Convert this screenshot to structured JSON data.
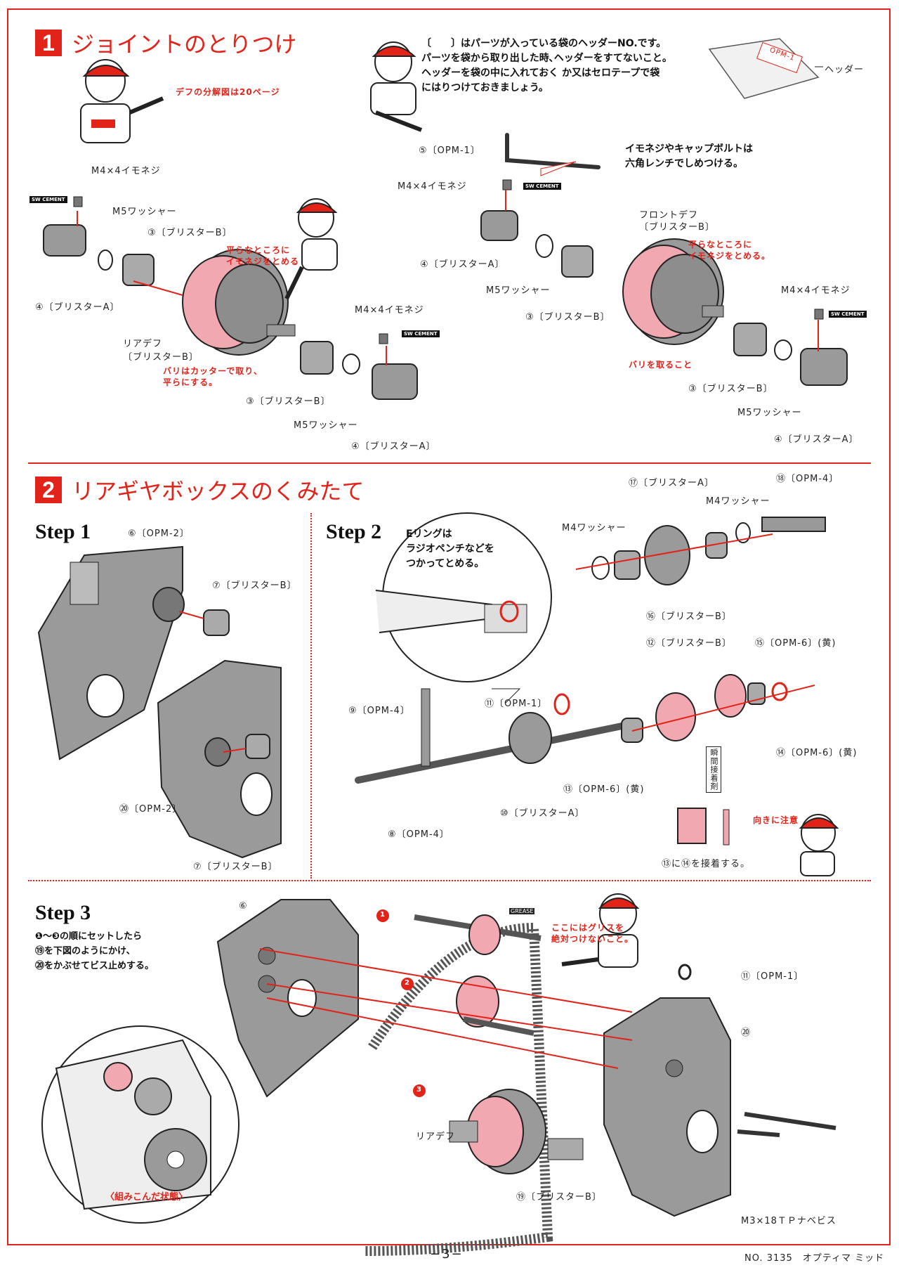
{
  "section1": {
    "number": "1",
    "title": "ジョイントのとりつけ",
    "kid_note": "デフの分解図は20ページ",
    "header_note": [
      "〔　　〕はパーツが入っている袋のヘッダーNO.です。",
      "パーツを袋から取り出した時､ヘッダーをすてないこと。",
      "ヘッダーを袋の中に入れておく か又はセロテープで袋",
      "にはりつけておきましょう。"
    ],
    "header_label": "ヘッダー",
    "bag_label": "OPM-1",
    "wrench_note": [
      "イモネジやキャップボルトは",
      "六角レンチでしめつける。"
    ],
    "labels": {
      "l_m4_screw": "M4×4イモネジ",
      "l_m5_washer": "M5ワッシャー",
      "l_3b": "③〔ブリスターB〕",
      "l_4a": "④〔ブリスターA〕",
      "l_rear_diff": [
        "リアデフ",
        "〔ブリスターB〕"
      ],
      "l_flat_tip": [
        "平らなところに",
        "イモネジをとめる"
      ],
      "l_burr": [
        "バリはカッターで取り､",
        "平らにする。"
      ],
      "l_m4_screw_2": "M4×4イモネジ",
      "l_3b_2": "③〔ブリスターB〕",
      "l_m5_washer_2": "M5ワッシャー",
      "l_4a_2": "④〔ブリスターA〕",
      "r_5opm1": "⑤〔OPM-1〕",
      "r_m4_screw": "M4×4イモネジ",
      "r_4a": "④〔ブリスターA〕",
      "r_m5_washer": "M5ワッシャー",
      "r_3b": "③〔ブリスターB〕",
      "r_front_diff": [
        "フロントデフ",
        "〔ブリスターB〕"
      ],
      "r_flat_tip": [
        "平らなところに",
        "イモネジをとめる。"
      ],
      "r_burr": "バリを取ること",
      "r_m4_screw_2": "M4×4イモネジ",
      "r_3b_2": "③〔ブリスターB〕",
      "r_m5_washer_2": "M5ワッシャー",
      "r_4a_2": "④〔ブリスターA〕"
    },
    "cement": "SW CEMENT"
  },
  "section2": {
    "number": "2",
    "title": "リアギヤボックスのくみたて",
    "step1": {
      "title": "Step 1",
      "labels": [
        "⑥〔OPM-2〕",
        "⑦〔ブリスターB〕",
        "⑳〔OPM-2〕",
        "⑦〔ブリスターB〕"
      ]
    },
    "step2": {
      "title": "Step 2",
      "e_ring_note": [
        "Eリングは",
        "ラジオペンチなどを",
        "つかってとめる。"
      ],
      "labels": {
        "p17": "⑰〔ブリスターA〕",
        "p18": "⑱〔OPM-4〕",
        "m4w_a": "M4ワッシャー",
        "m4w_b": "M4ワッシャー",
        "p16": "⑯〔ブリスターB〕",
        "p12": "⑫〔ブリスターB〕",
        "p15": "⑮〔OPM-6〕(黄)",
        "p11": "⑪〔OPM-1〕",
        "p9": "⑨〔OPM-4〕",
        "p14": "⑭〔OPM-6〕(黄)",
        "p13": "⑬〔OPM-6〕(黄)",
        "p10": "⑩〔ブリスターA〕",
        "p8": "⑧〔OPM-4〕",
        "glue_tag": "瞬間接着剤",
        "direction": "向きに注意",
        "bond_note": "⑬に⑭を接着する。"
      }
    },
    "step3": {
      "title": "Step 3",
      "note": [
        "❶～❸の順にセットしたら",
        "⑲を下図のようにかけ､",
        "⑳をかぶせてビス止めする。"
      ],
      "grease_note": [
        "ここにはグリスを",
        "絶対つけないこと。"
      ],
      "labels": {
        "p6": "⑥",
        "p11": "⑪〔OPM-1〕",
        "p20": "⑳",
        "rear_diff": "リアデフ",
        "p19": "⑲〔ブリスターB〕",
        "screws": "M3×18ＴＰナベビス",
        "n1": "1",
        "n2": "2",
        "n3": "3",
        "grease": "GREASE"
      },
      "inset_caption": "〈組みこんだ状態〉"
    }
  },
  "footer": {
    "page": "−3−",
    "model": "NO. 3135　オプティマ ミッド"
  },
  "colors": {
    "accent": "#e2231a",
    "part_gray": "#8c8c8c"
  }
}
